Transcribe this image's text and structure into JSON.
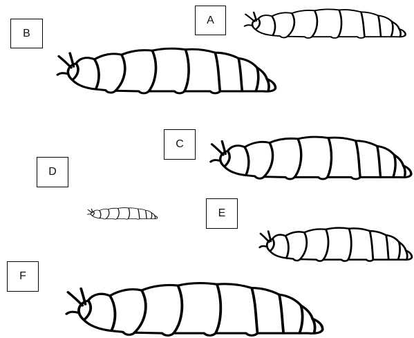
{
  "figure": {
    "labels": [
      "A",
      "B",
      "C",
      "D",
      "E",
      "F"
    ],
    "icon": "caterpillar-larva",
    "colors": {
      "stroke": "#000000",
      "background": "#ffffff"
    }
  }
}
